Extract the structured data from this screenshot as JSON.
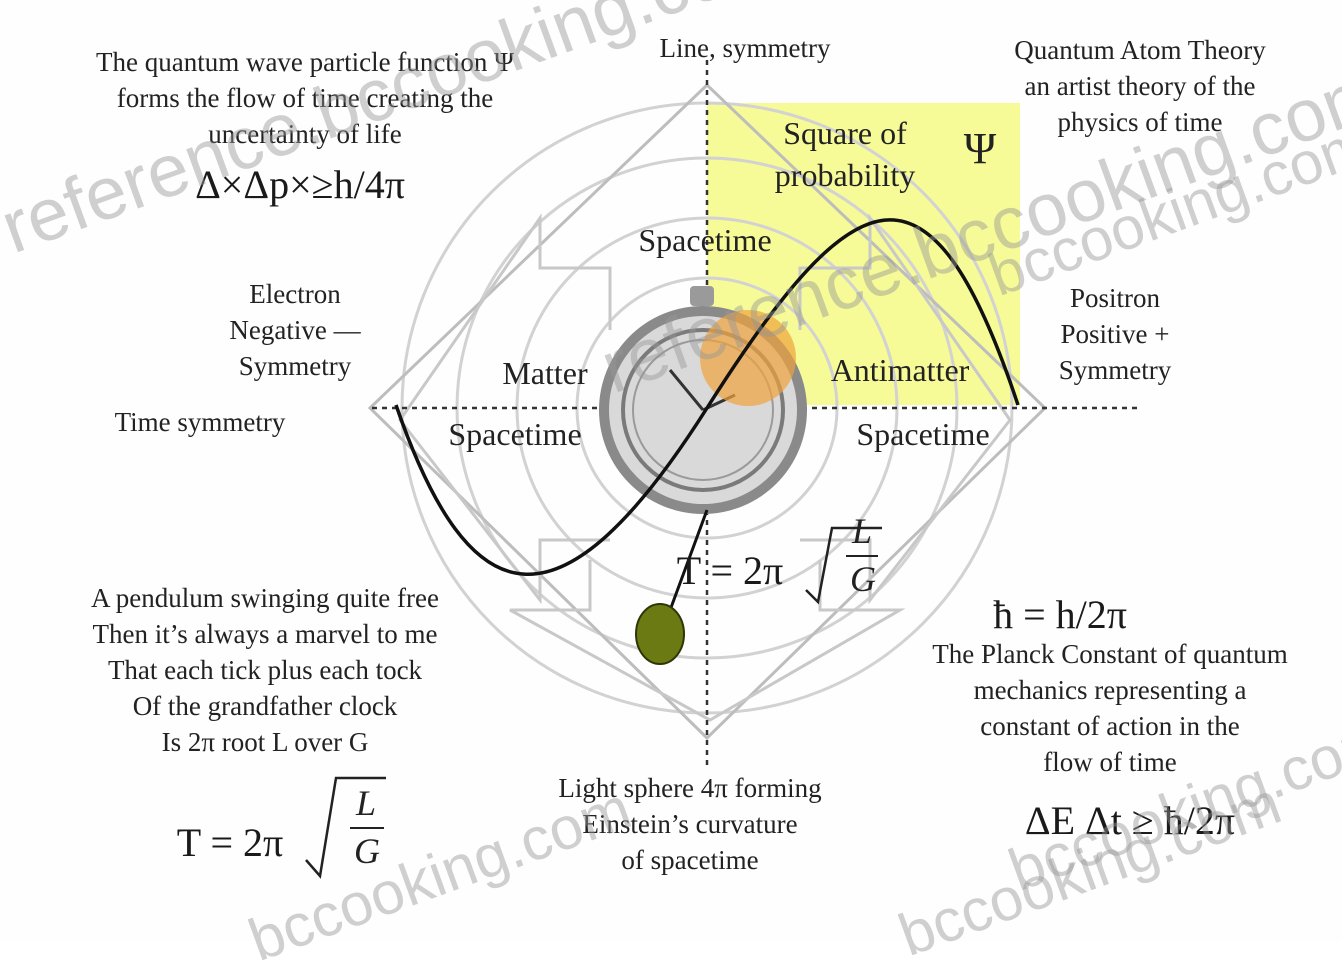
{
  "top_left_caption": [
    "The quantum wave particle function Ψ",
    "forms the flow of time creating the",
    "uncertainty of life"
  ],
  "heisenberg_formula": "Δ×Δp×≥h/4π",
  "line_symmetry_top": "Line, symmetry",
  "top_right_caption": [
    "Quantum Atom Theory",
    "an artist theory of the",
    "physics of time"
  ],
  "square_label": [
    "Square of",
    "probability"
  ],
  "psi_symbol": "Ψ",
  "spacetime_top": "Spacetime",
  "electron_caption": [
    "Electron",
    "Negative —",
    "Symmetry"
  ],
  "positron_caption": [
    "Positron",
    "Positive +",
    "Symmetry"
  ],
  "matter_label": "Matter",
  "antimatter_label": "Antimatter",
  "time_symmetry": "Time symmetry",
  "spacetime_left": "Spacetime",
  "spacetime_right": "Spacetime",
  "pendulum_formula": {
    "lhs": "T = 2π",
    "num": "L",
    "den": "G"
  },
  "pendulum_poem": [
    "A pendulum swinging quite free",
    "Then it’s always a marvel to me",
    "That each tick plus each tock",
    "Of the grandfather clock",
    "Is 2π root L over G"
  ],
  "reduced_planck": "ħ = h/2π",
  "planck_caption": [
    "The Planck Constant of quantum",
    "mechanics representing a",
    "constant of action in the",
    "flow of time"
  ],
  "light_sphere_caption": [
    "Light sphere 4π forming",
    "Einstein’s curvature",
    "of spacetime"
  ],
  "bottom_formula": {
    "lhs": "T = 2π",
    "num": "L",
    "den": "G"
  },
  "energy_time_formula": "ΔE Δt ≥ ħ/2π",
  "watermarks": [
    "reference.bccooking.com",
    "reference.bccooking.com",
    "bccooking.com",
    "bccooking.com",
    "bccooking.com",
    "bccooking.com"
  ],
  "colors": {
    "square": "#f5fa8c",
    "pendulum_bob": "#6b7a12",
    "clock_face": "#d9d9d9",
    "orange_glow": "#f0a33c"
  }
}
